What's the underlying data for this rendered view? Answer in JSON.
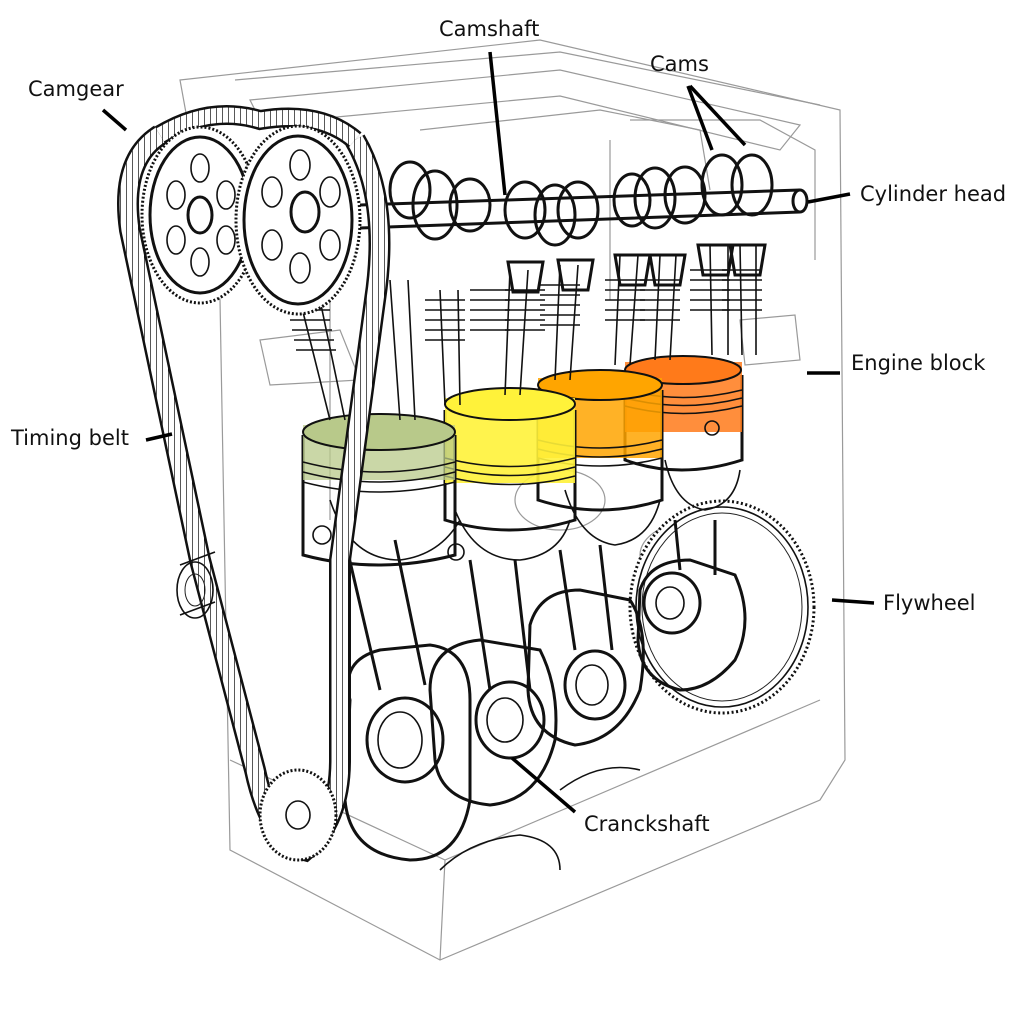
{
  "labels": {
    "camshaft": "Camshaft",
    "cams": "Cams",
    "camgear": "Camgear",
    "cylinder_head": "Cylinder head",
    "engine_block": "Engine block",
    "timing_belt": "Timing belt",
    "flywheel": "Flywheel",
    "crankshaft": "Cranckshaft"
  },
  "colors": {
    "piston_1": "#b8c98a",
    "piston_2": "#fff23a",
    "piston_3": "#ffa500",
    "piston_4": "#ff7a1a",
    "ink": "#111111",
    "ghost": "#9a9a9a"
  }
}
